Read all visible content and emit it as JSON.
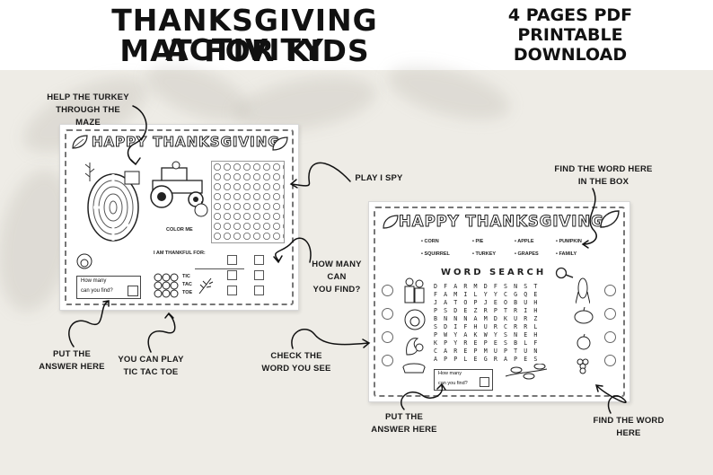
{
  "header": {
    "title_line1": "THANKSGIVING ACTIVITY",
    "title_line2": "MAT FOR KIDS",
    "right_line1": "4 PAGES PDF",
    "right_line2": "PRINTABLE",
    "right_line3": "DOWNLOAD"
  },
  "annotations": {
    "maze": [
      "HELP THE TURKEY",
      "THROUGH THE MAZE"
    ],
    "i_spy": "PLAY I SPY",
    "how_many": [
      "HOW MANY CAN",
      "YOU FIND?"
    ],
    "answer_left": [
      "PUT  THE",
      "ANSWER HERE"
    ],
    "tic_tac": [
      "YOU CAN PLAY",
      "TIC TAC TOE"
    ],
    "check_word": [
      "CHECK THE",
      "WORD YOU SEE"
    ],
    "find_word_box": [
      "FIND THE WORD HERE",
      "IN THE BOX"
    ],
    "answer_right": [
      "PUT  THE",
      "ANSWER HERE"
    ],
    "find_word": [
      "FIND THE WORD",
      "HERE"
    ]
  },
  "mat_left": {
    "banner": "HAPPY THANKSGIVING",
    "color_me": "COLOR ME",
    "thankful": "I AM THANKFUL FOR:",
    "how_many": "How many",
    "can_you_find": "can you find?",
    "tic": "TIC",
    "tac": "TAC",
    "toe": "TOE"
  },
  "mat_right": {
    "banner": "HAPPY THANKSGIVING",
    "word_bank": [
      "CORN",
      "PIE",
      "APPLE",
      "PUMPKIN",
      "SQUIRREL",
      "TURKEY",
      "GRAPES",
      "FAMILY"
    ],
    "word_search_title": "WORD SEARCH",
    "grid": [
      "D F A R M D F S N S T",
      "F A M I L Y Y C G Q E",
      "J A T O P J E O B U H",
      "P S D E Z R P T R I H",
      "B N N N A M D K U R Z",
      "S D I F H U R C R R L",
      "P W Y A K W Y S N E H",
      "K P Y R E P E S B L F",
      "C A R E P M U P T U N",
      "A P P L E G R A P E S"
    ],
    "how_many": "How many",
    "can_you_find": "can you find?"
  }
}
